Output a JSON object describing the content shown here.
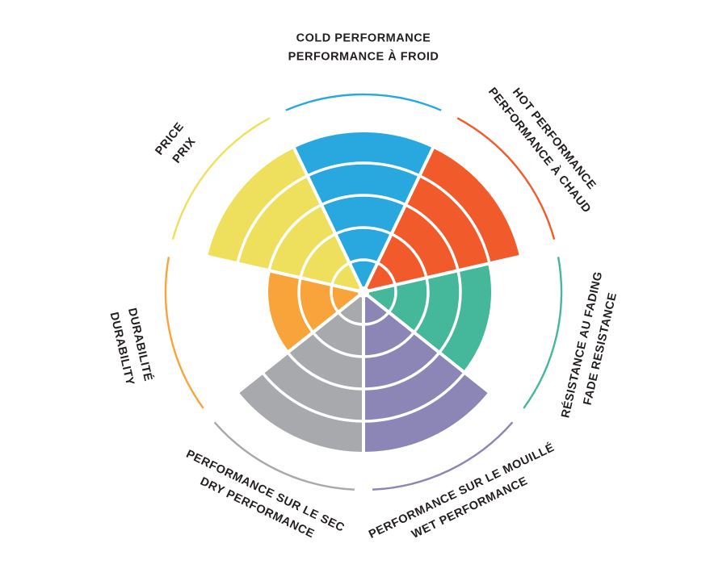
{
  "chart_data": {
    "type": "radial-sector",
    "title": "",
    "scale": {
      "min": 0,
      "max": 5,
      "rings": 5
    },
    "grid": "concentric-white-rings",
    "legend_position": "around-perimeter",
    "text_color": "#231f20",
    "background_color": "#ffffff",
    "sectors": [
      {
        "id": "cold-performance",
        "labels": [
          "COLD PERFORMANCE",
          "PERFORMANCE À FROID"
        ],
        "value": 5,
        "color": "#29a8e0"
      },
      {
        "id": "hot-performance",
        "labels": [
          "HOT PERFORMANCE",
          "PERFORMANCE À CHAUD"
        ],
        "value": 5,
        "color": "#f15b2c"
      },
      {
        "id": "fade-resistance",
        "labels": [
          "RÉSISTANCE AU FADING",
          "FADE RESISTANCE"
        ],
        "value": 4,
        "color": "#45b79b"
      },
      {
        "id": "wet-performance",
        "labels": [
          "PERFORMANCE SUR LE MOUILLÉ",
          "WET PERFORMANCE"
        ],
        "value": 5,
        "color": "#8c86b7"
      },
      {
        "id": "dry-performance",
        "labels": [
          "PERFORMANCE SUR LE SEC",
          "DRY PERFORMANCE"
        ],
        "value": 5,
        "color": "#a8a9ad"
      },
      {
        "id": "durability",
        "labels": [
          "DURABILITÉ",
          "DURABILITY"
        ],
        "value": 3,
        "color": "#f9a43b"
      },
      {
        "id": "price",
        "labels": [
          "PRICE",
          "PRIX"
        ],
        "value": 5,
        "color": "#eee05c"
      }
    ]
  }
}
